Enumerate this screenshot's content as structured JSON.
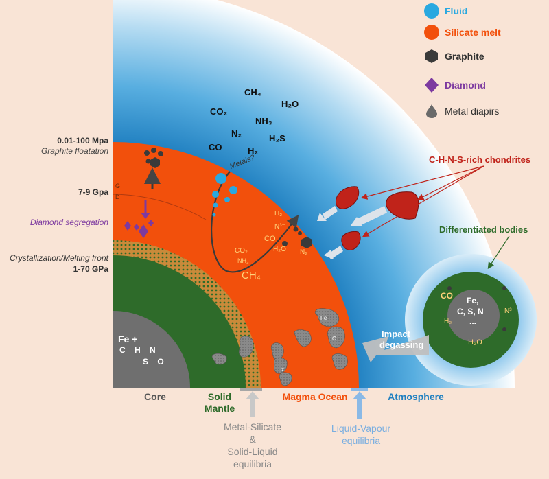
{
  "colors": {
    "background": "#f9e4d6",
    "fluid": "#29a8e0",
    "silicate_melt": "#f2500c",
    "graphite": "#3a3a3a",
    "diamond": "#7d3aa0",
    "metal": "#7a7a7a",
    "mantle": "#2e6b2a",
    "core": "#6f6f6f",
    "atmosphere_outer": "#ffffff",
    "atmosphere_inner": "#3b9bd0",
    "chondrite": "#c0231a",
    "arrow_grey": "#c8c8c8",
    "arrow_blue": "#8ab9e6"
  },
  "legend": [
    {
      "label": "Fluid",
      "color": "#29a8e0",
      "icon": "circle"
    },
    {
      "label": "Silicate melt",
      "color": "#f2500c",
      "icon": "circle"
    },
    {
      "label": "Graphite",
      "color": "#3a3a3a",
      "icon": "hexagon"
    },
    {
      "label": "Diamond",
      "color": "#7d3aa0",
      "icon": "diamond"
    },
    {
      "label": "Metal diapirs",
      "color": "#555555",
      "icon": "droplet"
    }
  ],
  "gases": {
    "ch4": "CH₄",
    "h2o": "H₂O",
    "co2": "CO₂",
    "nh3": "NH₃",
    "n2": "N₂",
    "h2s": "H₂S",
    "co": "CO",
    "h2": "H₂"
  },
  "left_labels": {
    "pressure_top": "0.01-100 Mpa",
    "graphite_floatation": "Graphite floatation",
    "pressure_mid": "7-9 Gpa",
    "diamond_segregation": "Diamond segregation",
    "crystallization_front": "Crystallization/Melting front",
    "pressure_deep": "1-70 GPa"
  },
  "ocean_labels": {
    "metals": "Metals?",
    "g": "G",
    "d": "D",
    "h2": "H₂",
    "n3": "N³⁻",
    "co": "CO",
    "h2o": "H₂O",
    "n2": "N₂",
    "co2": "CO₂",
    "nh3": "NH₃",
    "ch4": "CH₄",
    "fe": "Fe",
    "c": "C",
    "diapir_small": "z"
  },
  "core_label": {
    "line1": "Fe +",
    "line2": "C    H    N",
    "line3": "S    O"
  },
  "chondrites_label": "C-H-N-S-rich chondrites",
  "differentiated_bodies": {
    "title": "Differentiated bodies",
    "core_line1": "Fe,",
    "core_line2": "C, S, N",
    "core_line3": "...",
    "co": "CO",
    "n3": "N³⁻",
    "h2": "H₂",
    "h2o": "H₂O"
  },
  "impact_label": {
    "line1": "Impact",
    "line2": "degassing"
  },
  "bottom_labels": {
    "core": "Core",
    "solid_mantle_1": "Solid",
    "solid_mantle_2": "Mantle",
    "magma_ocean": "Magma Ocean",
    "atmosphere": "Atmosphere",
    "metal_silicate_1": "Metal-Silicate",
    "metal_silicate_2": "&",
    "metal_silicate_3": "Solid-Liquid",
    "metal_silicate_4": "equilibria",
    "liquid_vapour_1": "Liquid-Vapour",
    "liquid_vapour_2": "equilibria"
  }
}
